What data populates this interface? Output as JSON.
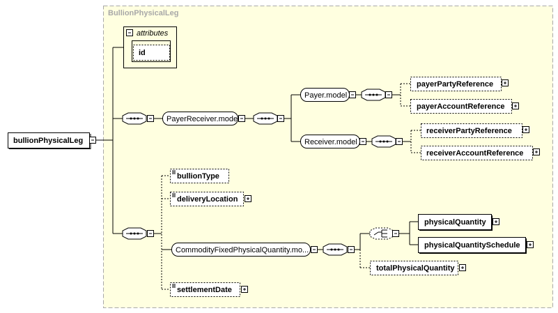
{
  "diagram": {
    "group_title": "BullionPhysicalLeg",
    "root": "bullionPhysicalLeg",
    "attributes_label": "attributes",
    "attribute_id": "id",
    "payer_receiver_model": "PayerReceiver.model",
    "payer_model": "Payer.model",
    "receiver_model": "Receiver.model",
    "payer_party_reference": "payerPartyReference",
    "payer_account_reference": "payerAccountReference",
    "receiver_party_reference": "receiverPartyReference",
    "receiver_account_reference": "receiverAccountReference",
    "bullion_type": "bullionType",
    "delivery_location": "deliveryLocation",
    "commodity_model": "CommodityFixedPhysicalQuantity.mo...",
    "physical_quantity": "physicalQuantity",
    "physical_quantity_schedule": "physicalQuantitySchedule",
    "total_physical_quantity": "totalPhysicalQuantity",
    "settlement_date": "settlementDate"
  },
  "colors": {
    "group_background": "#ffffe0",
    "group_border": "#a8a8a8",
    "group_title": "#a8a8a8"
  }
}
